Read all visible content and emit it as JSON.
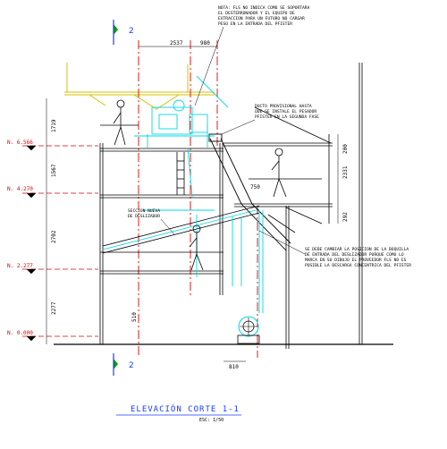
{
  "section_markers": [
    "2",
    "2"
  ],
  "notes": {
    "top_lines": [
      "NOTA: FLS NO INDICA COMO SE SOPORTARA",
      "EL DESTERRONADOR Y EL EQUIPO DE",
      "EXTRACCION PARA UN FUTURO NO CARGAR",
      "PESO EN LA ENTRADA DEL PFISTER"
    ],
    "duct_lines": [
      "DUCTO PROVISIONAL HASTA",
      "QUE SE INSTALE EL PESADOR",
      "PFISTER EN LA SEGUNDA FASE"
    ],
    "chute_lines": [
      "SECCION NUEVA",
      "DE DESLIZADOR"
    ],
    "bottom_lines": [
      "SE DEBE CAMBIAR LA POSICION DE LA BOQUILLA",
      "DE ENTRADA DEL DESLIZADOR PORQUE COMO LO",
      "MARCA EN SU DIBUJO EL PROVEEDOR FLS NO ES",
      "POSIBLE LA DESCARGA CONCENTRICA DEL PFISTER"
    ]
  },
  "dimensions": {
    "top_left": "2537",
    "top_right": "980",
    "v1": "1719",
    "v2": "1567",
    "v3": "2702",
    "v4": "2277",
    "r1": "200",
    "r2": "2331",
    "r3": "292",
    "duct": "750",
    "pipe": "510",
    "bottom": "810"
  },
  "levels": [
    "N. 6.566",
    "N. 4.270",
    "N. 2.277",
    "N. 0.000"
  ],
  "title": "ELEVACIÓN CORTE 1-1",
  "scale": "ESC: 1/50",
  "colors": {
    "structure": "#000000",
    "equipment": "#00d8e8",
    "centerline": "#e00000",
    "marker": "#1a3cff",
    "platform": "#d8c000"
  }
}
